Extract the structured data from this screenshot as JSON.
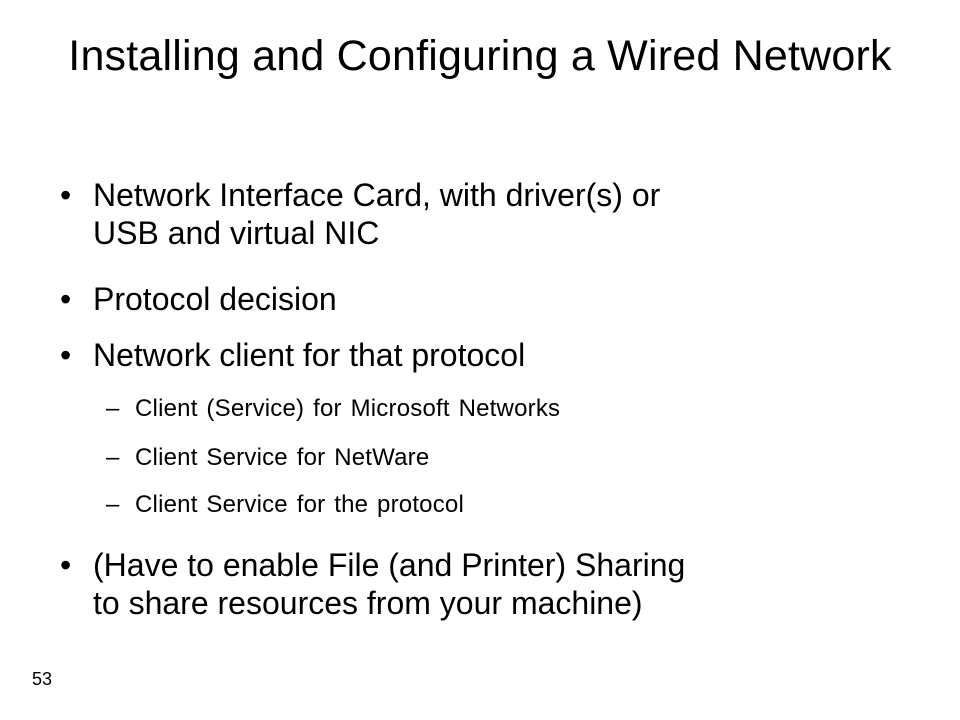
{
  "slide": {
    "title": "Installing and Configuring a Wired Network",
    "bullets": [
      {
        "marker": "•",
        "text": "Network Interface Card, with driver(s) or\nUSB and virtual NIC"
      },
      {
        "marker": "•",
        "text": "Protocol decision"
      },
      {
        "marker": "•",
        "text": "Network client for that protocol"
      }
    ],
    "sub_bullets": [
      {
        "marker": "–",
        "text": "Client (Service) for Microsoft Networks"
      },
      {
        "marker": "–",
        "text": "Client Service for NetWare"
      },
      {
        "marker": "–",
        "text": "Client Service for the protocol"
      }
    ],
    "final_bullet": {
      "marker": "•",
      "text": "(Have to enable File (and Printer) Sharing\nto share resources from your machine)"
    },
    "page_number": "53"
  }
}
